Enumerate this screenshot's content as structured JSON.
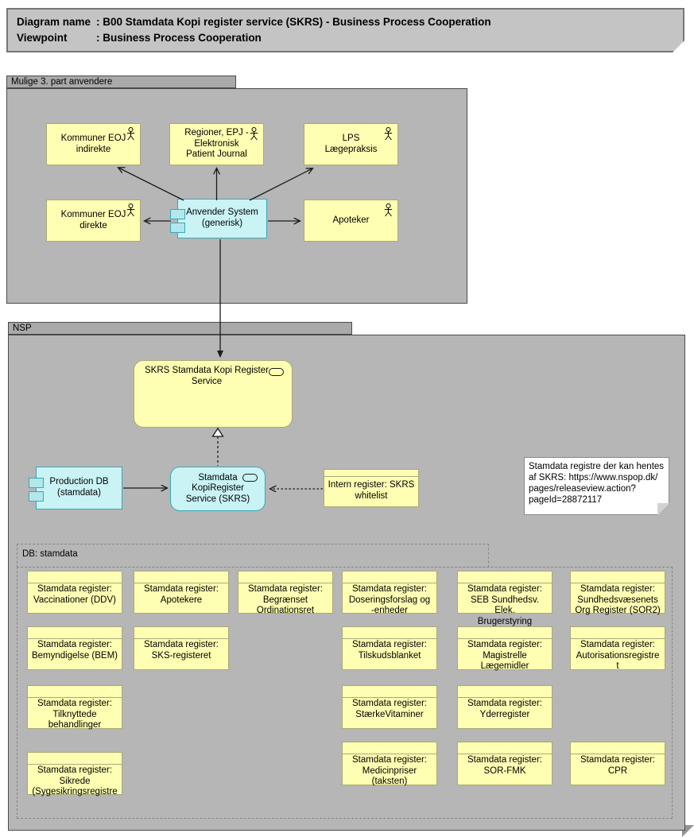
{
  "title": {
    "row1_label": "Diagram name",
    "row1_value": ": B00 Stamdata Kopi register service (SKRS) - Business Process Cooperation",
    "row2_label": "Viewpoint",
    "row2_value": ": Business Process Cooperation"
  },
  "groups": {
    "third_party": {
      "label": "Mulige 3. part anvendere"
    },
    "nsp": {
      "label": "NSP"
    },
    "db": {
      "label": "DB: stamdata"
    }
  },
  "nodes": {
    "kommuner_indirekte": {
      "label": "Kommuner EOJ\nindirekte"
    },
    "regioner_epj": {
      "label": "Regioner, EPJ -\nElektronisk\nPatient Journal"
    },
    "lps": {
      "label": "LPS\nLægepraksis"
    },
    "kommuner_direkte": {
      "label": "Kommuner EOJ\ndirekte"
    },
    "apoteker": {
      "label": "Apoteker"
    },
    "anvender_system": {
      "label": "Anvender System\n(generisk)"
    },
    "skrs_big": {
      "label": "SKRS Stamdata Kopi Register\nService"
    },
    "production_db": {
      "label": "Production DB\n(stamdata)"
    },
    "skrs_service": {
      "label": "Stamdata\nKopiRegister\nService (SKRS)"
    },
    "intern_register": {
      "label": "Intern register: SKRS\nwhitelist"
    }
  },
  "note": {
    "text": "Stamdata registre der kan hentes\naf SKRS: https://www.nspop.dk/\npages/releaseview.action?\npageId=28872117"
  },
  "registers": [
    {
      "label": "Stamdata register:\nVaccinationer (DDV)"
    },
    {
      "label": "Stamdata register:\nApotekere"
    },
    {
      "label": "Stamdata register:\nBegrænset\nOrdinationsret"
    },
    {
      "label": "Stamdata register:\nDoseringsforslag og\n-enheder"
    },
    {
      "label": "Stamdata register:\nSEB Sundhedsv. Elek.\nBrugerstyring"
    },
    {
      "label": "Stamdata register:\nSundhedsvæsenets\nOrg Register (SOR2)"
    },
    {
      "label": "Stamdata register:\nBemyndigelse (BEM)"
    },
    {
      "label": "Stamdata register:\nSKS-registeret"
    },
    {
      "label": "Stamdata register:\nTilskudsblanket"
    },
    {
      "label": "Stamdata register:\nMagistrelle\nLægemidler"
    },
    {
      "label": "Stamdata register:\nAutorisationsregistre\nt"
    },
    {
      "label": "Stamdata register:\nTilknyttede\nbehandlinger"
    },
    {
      "label": "Stamdata register:\nStærkeVitaminer"
    },
    {
      "label": "Stamdata register:\nYderregister"
    },
    {
      "label": "Stamdata register:\nSikrede\n(Sygesikringsregistre"
    },
    {
      "label": "Stamdata register:\nMedicinpriser\n(taksten)"
    },
    {
      "label": "Stamdata register:\nSOR-FMK"
    },
    {
      "label": "Stamdata register:\nCPR"
    }
  ],
  "icons": {
    "actor": "actor-icon",
    "service": "service-icon",
    "component_port": "component-port-icon"
  },
  "colors": {
    "group_fill": "#b6b6b6",
    "tab_fill": "#a9a9a9",
    "node_yellow": "#ffffb3",
    "node_cyan": "#c9f3f5",
    "border_olive": "#a9a97a",
    "border_teal": "#3aa7b5",
    "title_gray": "#c4c4c4",
    "note_white": "#ffffff",
    "connector_black": "#1a1a1a"
  }
}
